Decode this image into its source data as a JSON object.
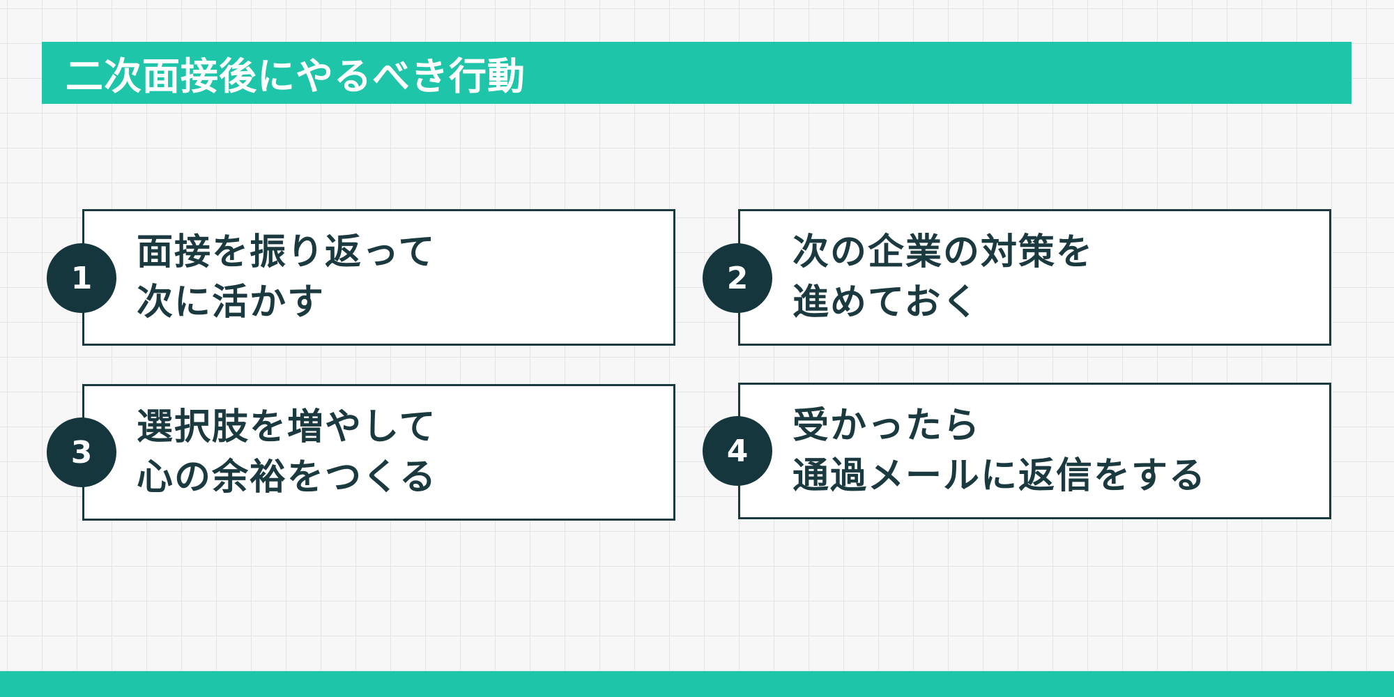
{
  "header": {
    "title": "二次面接後にやるべき行動"
  },
  "items": [
    {
      "number": "1",
      "line1": "面接を振り返って",
      "line2": "次に活かす"
    },
    {
      "number": "2",
      "line1": "次の企業の対策を",
      "line2": "進めておく"
    },
    {
      "number": "3",
      "line1": "選択肢を増やして",
      "line2": "心の余裕をつくる"
    },
    {
      "number": "4",
      "line1": "受かったら",
      "line2": "通過メールに返信をする"
    }
  ],
  "colors": {
    "accent": "#1fc5a8",
    "dark": "#1b3a40",
    "badge": "#15363c"
  }
}
